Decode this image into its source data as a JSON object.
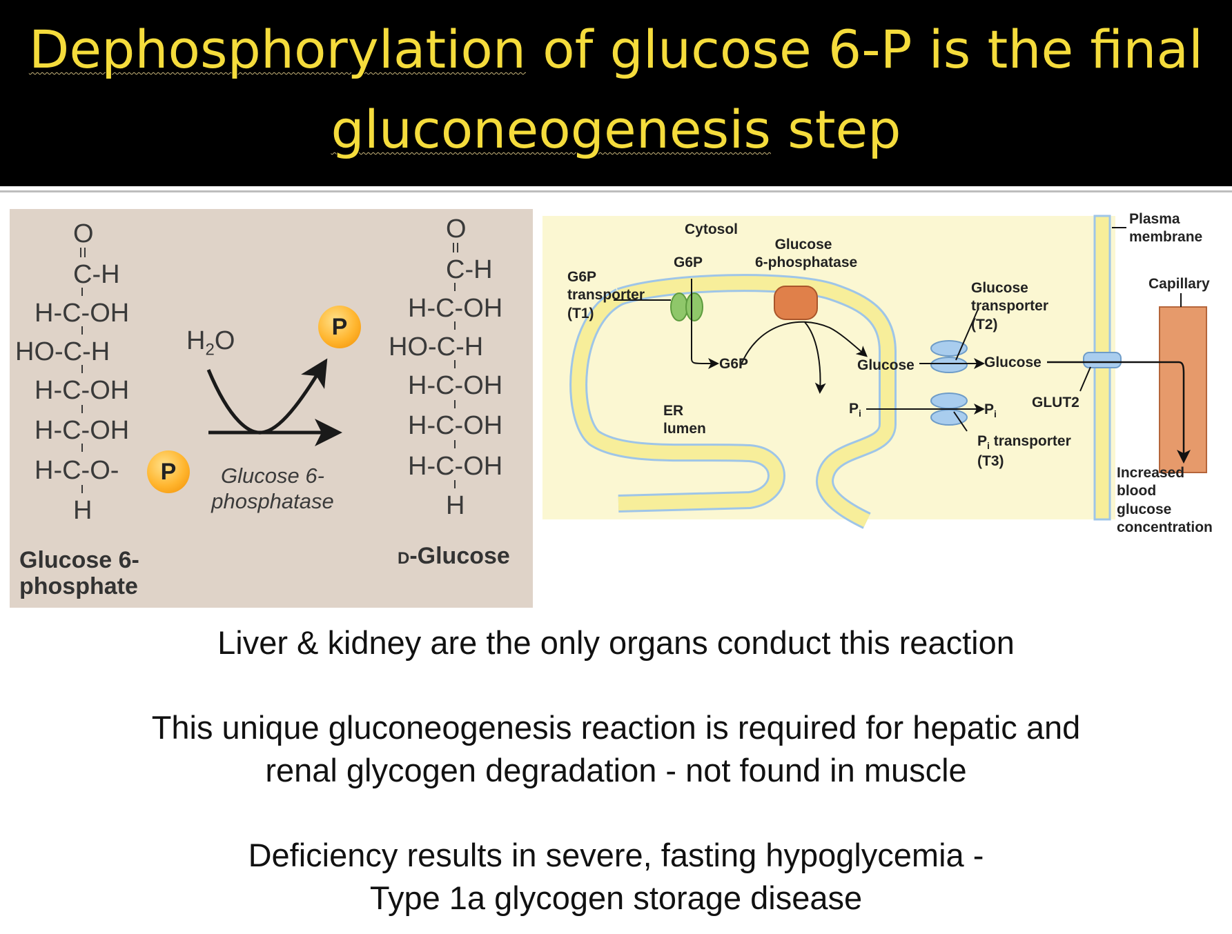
{
  "title": {
    "line1_word": "Dephosphorylation",
    "line1_rest": " of glucose 6-P is the final",
    "line2_word": "gluconeogenesis",
    "line2_rest": " step"
  },
  "reaction": {
    "g6p_structure": [
      "O",
      "C-H",
      "H-C-OH",
      "HO-C-H",
      "H-C-OH",
      "H-C-OH",
      "H-C-O-",
      "H"
    ],
    "glucose_structure": [
      "O",
      "C-H",
      "H-C-OH",
      "HO-C-H",
      "H-C-OH",
      "H-C-OH",
      "H-C-OH",
      "H"
    ],
    "phosphate_symbol": "P",
    "water_h": "H",
    "water_sub": "2",
    "water_o": "O",
    "enzyme_line1": "Glucose 6-",
    "enzyme_line2": "phosphatase",
    "substrate_line1": "Glucose 6-",
    "substrate_line2": "phosphate",
    "product_prefix": "D",
    "product_name": "-Glucose"
  },
  "membrane": {
    "cytosol": "Cytosol",
    "g6p_top": "G6P",
    "glucose6phosphatase": "Glucose\n6-phosphatase",
    "g6p_transporter": "G6P\ntransporter\n(T1)",
    "g6p_inner": "G6P",
    "glucose_inner": "Glucose",
    "pi_inner_p": "P",
    "pi_inner_i": "i",
    "er_lumen": "ER\nlumen",
    "glucose_transporter": "Glucose\ntransporter\n(T2)",
    "glucose_out": "Glucose",
    "pi_out_p": "P",
    "pi_out_i": "i",
    "pi_transporter_p": "P",
    "pi_transporter_i": "i",
    "pi_transporter_rest": " transporter",
    "pi_transporter_t3": "(T3)",
    "glut2": "GLUT2",
    "plasma_membrane": "Plasma\nmembrane",
    "capillary": "Capillary",
    "increased_blood": "Increased\nblood\nglucose\nconcentration"
  },
  "body": {
    "line1": "Liver & kidney are the only organs conduct this reaction",
    "line2": "This unique gluconeogenesis reaction is required for hepatic and",
    "line3": "renal glycogen degradation - not found in muscle",
    "line4": "Deficiency results in severe, fasting hypoglycemia -",
    "line5": "Type 1a glycogen storage disease"
  },
  "colors": {
    "title_bg": "#000000",
    "title_text": "#f5dc3c",
    "panel_bg": "#dfd3c8",
    "phosphate": "#ffb52e",
    "cytosol_bg": "#fbf7d2",
    "membrane_fill": "#f7ee9a",
    "membrane_edge": "#9ec5e8",
    "enzyme": "#e0804a",
    "t1_transporter": "#8fc76a",
    "transporter_blue": "#a9cdee",
    "capillary": "#e69a6b"
  }
}
